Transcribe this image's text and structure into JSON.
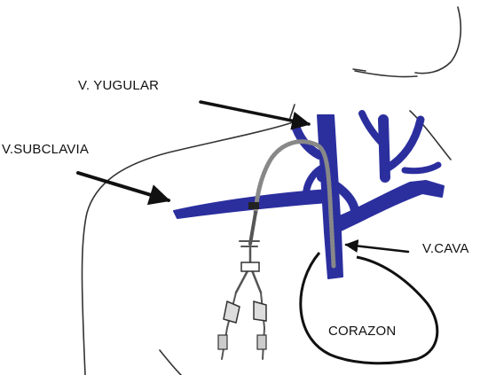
{
  "labels": {
    "yugular": "V. YUGULAR",
    "subclavia": "V.SUBCLAVIA",
    "cava": "V.CAVA",
    "corazon": "CORAZON"
  },
  "colors": {
    "vein": "#2b2f9e",
    "outline": "#333333",
    "arrow": "#111111",
    "catheter": "#555555"
  }
}
